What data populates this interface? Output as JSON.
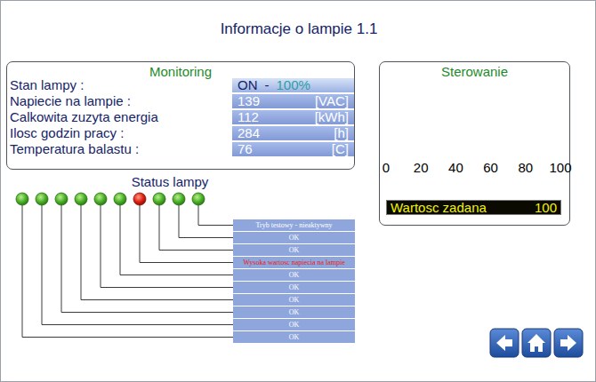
{
  "diagram": {
    "title": "Informacje o lampie 1.1",
    "nodes": [
      {
        "text": [
          "Monitoring"
        ]
      },
      {
        "text": [
          "ON",
          "-",
          "100%"
        ],
        "in": 0
      },
      {
        "text": [
          "139",
          "[VAC]"
        ],
        "in": 0
      },
      {
        "text": [
          "112",
          "[kWh]"
        ],
        "in": 0
      },
      {
        "text": [
          "284",
          "[h]"
        ],
        "in": 0
      },
      {
        "text": [
          "76",
          "[C]"
        ],
        "in": 0
      },
      {
        "text": [
          "Sterowanie"
        ]
      },
      {
        "text": [
          "Wartosc zadana",
          "100"
        ],
        "in": 6
      },
      {
        "text": [
          "Tryb testowy - nieaktywny"
        ]
      },
      {
        "text": [
          "OK"
        ]
      },
      {
        "text": [
          "OK"
        ]
      },
      {
        "text": [
          "Wysoka wartosc napiecia na lampie"
        ]
      },
      {
        "text": [
          "OK"
        ]
      },
      {
        "text": [
          "OK"
        ]
      },
      {
        "text": [
          "OK"
        ]
      },
      {
        "text": [
          "OK"
        ]
      },
      {
        "text": [
          "OK"
        ]
      },
      {
        "text": [
          "OK"
        ]
      }
    ],
    "labels": [
      "Stan lampy :",
      "Napiecie na lampie :",
      "Calkowita zuzyta energia",
      "Ilosc godzin pracy :",
      "Temperatura balastu :",
      "Status lampy",
      "0",
      "20",
      "40",
      "60",
      "80",
      "100"
    ]
  }
}
